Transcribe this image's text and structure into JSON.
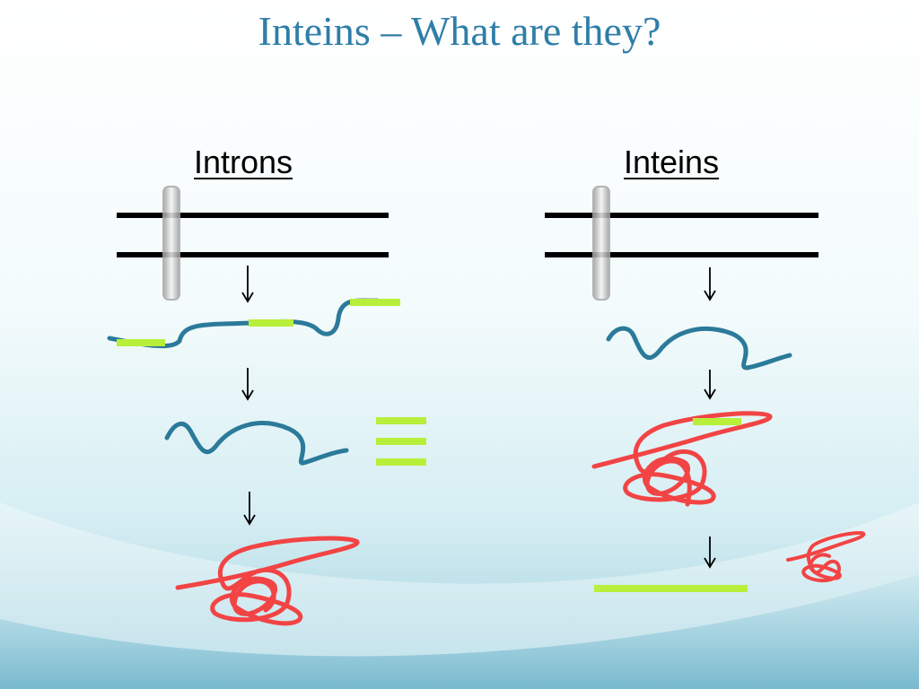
{
  "slide": {
    "title": "Inteins – What are they?"
  },
  "columns": {
    "introns_label": "Introns",
    "inteins_label": "Inteins"
  },
  "colors": {
    "title": "#2e7ea8",
    "strand": "#000000",
    "protein_strand": "#2b7a9a",
    "exon_highlight": "#b7ef3a",
    "folded_protein": "#f24444",
    "bracket": "#b9b9b9"
  },
  "icons": [
    "down-arrow-icon",
    "equivalence-icon"
  ]
}
